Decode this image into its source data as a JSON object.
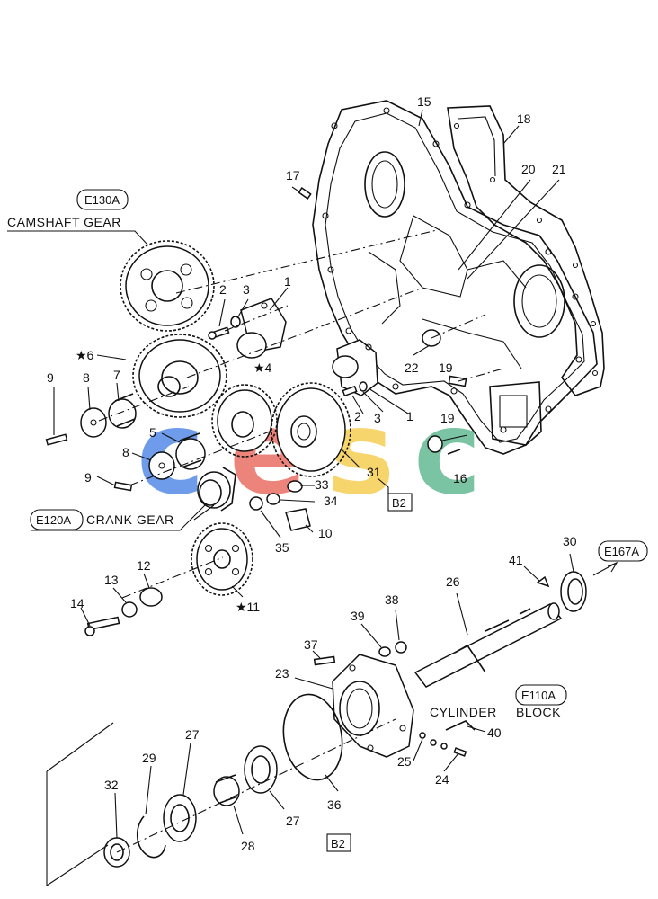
{
  "references": {
    "camshaft_ref": "E130A",
    "camshaft_label": "CAMSHAFT GEAR",
    "crank_ref": "E120A",
    "crank_label": "CRANK GEAR",
    "b2_top": "B2",
    "b2_bottom": "B2",
    "e167_ref": "E167A",
    "e110_ref": "E110A",
    "cylinder_word": "CYLINDER",
    "block_word": "BLOCK"
  },
  "labels": {
    "p1a": "1",
    "p1b": "1",
    "p2a": "2",
    "p2b": "2",
    "p3a": "3",
    "p3b": "3",
    "p4": "★4",
    "p5": "5",
    "p6": "★6",
    "p7": "7",
    "p8a": "8",
    "p8b": "8",
    "p9a": "9",
    "p9b": "9",
    "p10": "10",
    "p11": "★11",
    "p12": "12",
    "p13": "13",
    "p14": "14",
    "p15": "15",
    "p16": "16",
    "p17": "17",
    "p18": "18",
    "p19a": "19",
    "p19b": "19",
    "p20": "20",
    "p21": "21",
    "p22": "22",
    "p23": "23",
    "p24": "24",
    "p25": "25",
    "p26": "26",
    "p27a": "27",
    "p27b": "27",
    "p28": "28",
    "p29": "29",
    "p30": "30",
    "p31": "31",
    "p32": "32",
    "p33": "33",
    "p34": "34",
    "p35": "35",
    "p36": "36",
    "p37": "37",
    "p38": "38",
    "p39": "39",
    "p40": "40",
    "p41": "41"
  },
  "watermark": {
    "letters": [
      "c",
      "e",
      "s",
      "c"
    ],
    "colors": [
      "#4f86e6",
      "#ea6a5f",
      "#f6cc4e",
      "#5db88f"
    ]
  }
}
